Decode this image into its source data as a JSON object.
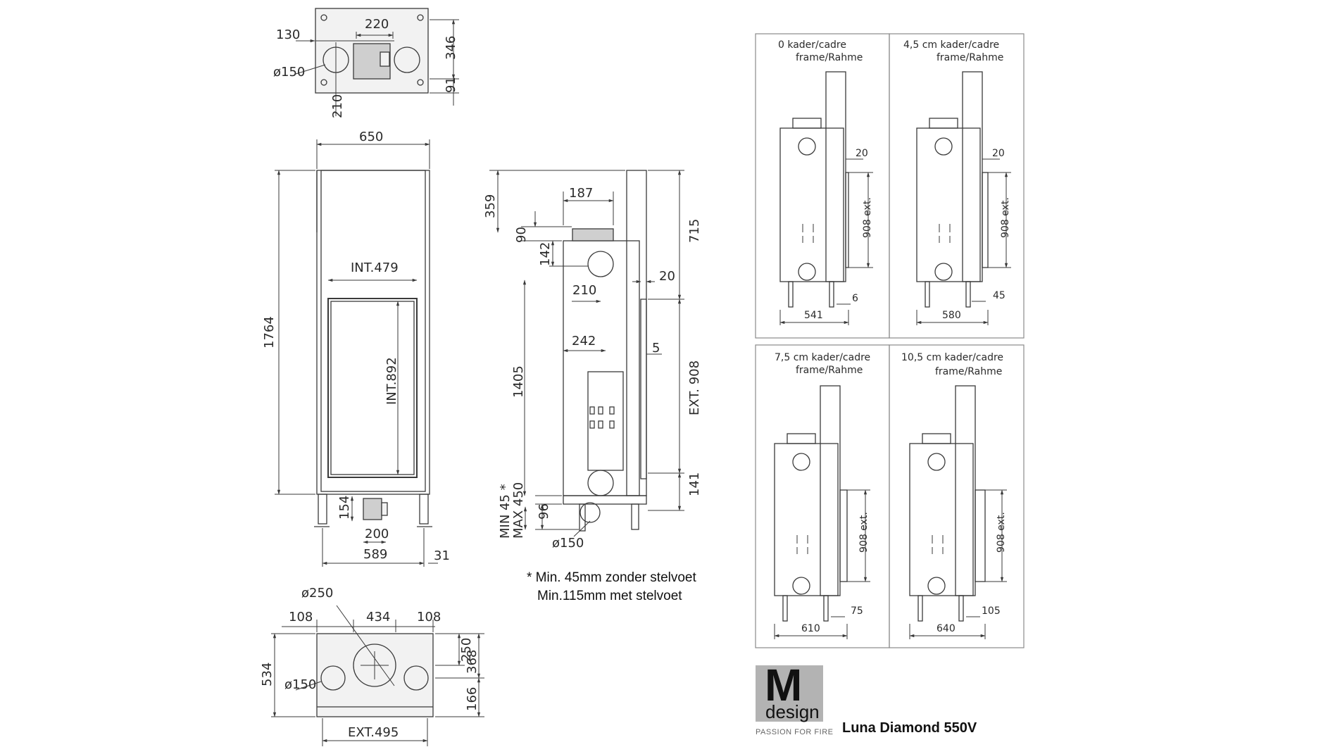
{
  "top_view": {
    "dim_130": "130",
    "dim_220": "220",
    "dim_346": "346",
    "dim_91": "91",
    "dim_d150": "ø150",
    "dim_210": "210"
  },
  "front_view": {
    "dim_650": "650",
    "dim_1764": "1764",
    "dim_int479": "INT.479",
    "dim_int892": "INT.892",
    "dim_154": "154",
    "dim_200": "200",
    "dim_589": "589",
    "dim_31": "31"
  },
  "side_view": {
    "dim_359": "359",
    "dim_187": "187",
    "dim_90": "90",
    "dim_142": "142",
    "dim_210": "210",
    "dim_242": "242",
    "dim_715": "715",
    "dim_20": "20",
    "dim_5": "5",
    "dim_1405": "1405",
    "dim_ext908": "EXT. 908",
    "dim_141": "141",
    "dim_96": "96",
    "dim_min45": "MIN 45 *",
    "dim_max450": "MAX 450",
    "dim_d150": "ø150"
  },
  "note": {
    "line1": "* Min. 45mm zonder stelvoet",
    "line2": "Min.115mm met stelvoet"
  },
  "base_view": {
    "dim_d250": "ø250",
    "dim_108a": "108",
    "dim_434": "434",
    "dim_108b": "108",
    "dim_534": "534",
    "dim_250": "250",
    "dim_368": "368",
    "dim_d150": "ø150",
    "dim_166": "166",
    "dim_ext495": "EXT.495"
  },
  "frames": [
    {
      "title1": "0   kader/cadre",
      "title2": "frame/Rahme",
      "gap": "20",
      "ext": "908 ext.",
      "foot": "6",
      "width": "541"
    },
    {
      "title1": "4,5 cm  kader/cadre",
      "title2": "frame/Rahme",
      "gap": "20",
      "ext": "908 ext.",
      "foot": "45",
      "width": "580"
    },
    {
      "title1": "7,5 cm kader/cadre",
      "title2": "frame/Rahme",
      "gap": "",
      "ext": "908 ext.",
      "foot": "75",
      "width": "610"
    },
    {
      "title1": "10,5 cm kader/cadre",
      "title2": "frame/Rahme",
      "gap": "",
      "ext": "908 ext.",
      "foot": "105",
      "width": "640"
    }
  ],
  "brand": {
    "logo_letter": "M",
    "logo_word": "design",
    "tagline": "PASSION FOR FIRE",
    "product": "Luna Diamond 550V"
  }
}
